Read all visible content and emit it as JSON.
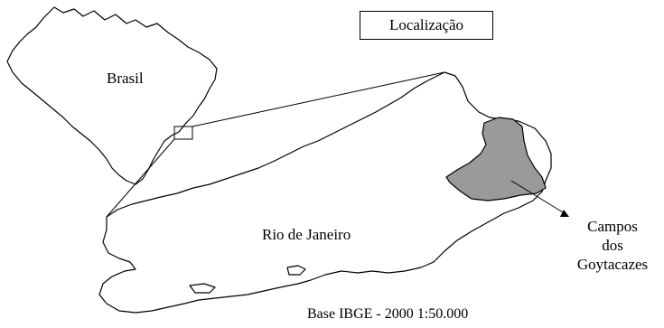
{
  "legend": {
    "title": "Localização"
  },
  "labels": {
    "country": "Brasil",
    "state": "Rio de Janeiro",
    "city_line1": "Campos",
    "city_line2": "dos",
    "city_line3": "Goytacazes"
  },
  "source": "Base IBGE - 2000 1:50.000",
  "colors": {
    "outline": "#000000",
    "highlight_fill": "#9a9a9a",
    "background": "#ffffff"
  }
}
